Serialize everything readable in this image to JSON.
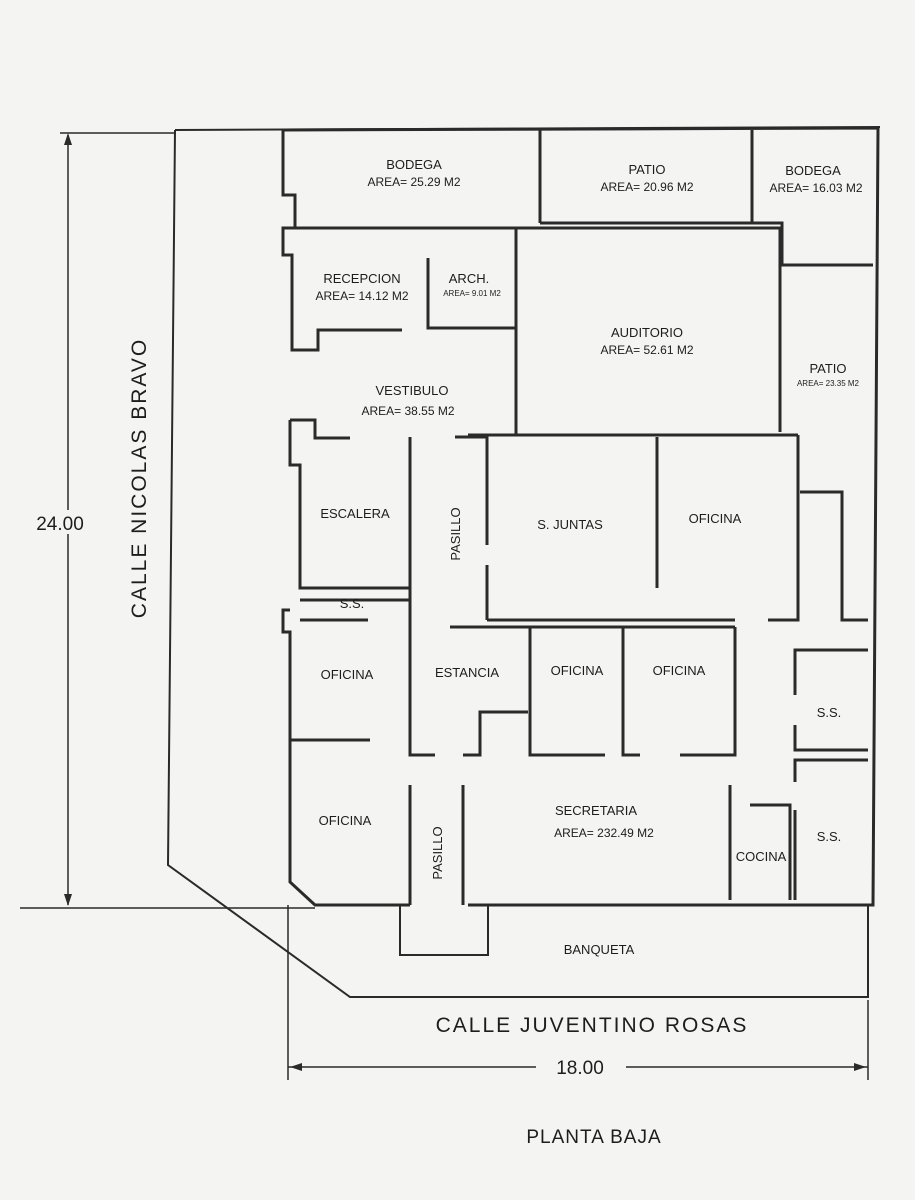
{
  "plan": {
    "title": "PLANTA BAJA",
    "street_left": "CALLE NICOLAS BRAVO",
    "street_bottom": "CALLE JUVENTINO ROSAS",
    "dim_vertical": "24.00",
    "dim_horizontal": "18.00",
    "rooms": {
      "bodega1": {
        "name": "BODEGA",
        "area": "AREA= 25.29 M2"
      },
      "patio1": {
        "name": "PATIO",
        "area": "AREA= 20.96 M2"
      },
      "bodega2": {
        "name": "BODEGA",
        "area": "AREA= 16.03 M2"
      },
      "recepcion": {
        "name": "RECEPCION",
        "area": "AREA= 14.12 M2"
      },
      "arch": {
        "name": "ARCH.",
        "area": "AREA= 9.01 M2"
      },
      "auditorio": {
        "name": "AUDITORIO",
        "area": "AREA= 52.61 M2"
      },
      "patio2": {
        "name": "PATIO",
        "area": "AREA= 23.35 M2"
      },
      "vestibulo": {
        "name": "VESTIBULO",
        "area": "AREA= 38.55 M2"
      },
      "escalera": {
        "name": "ESCALERA"
      },
      "pasillo1": {
        "name": "PASILLO"
      },
      "sjuntas": {
        "name": "S. JUNTAS"
      },
      "oficina_top": {
        "name": "OFICINA"
      },
      "ss1": {
        "name": "S.S."
      },
      "oficina_left": {
        "name": "OFICINA"
      },
      "estancia": {
        "name": "ESTANCIA"
      },
      "oficina_mid1": {
        "name": "OFICINA"
      },
      "oficina_mid2": {
        "name": "OFICINA"
      },
      "ss2": {
        "name": "S.S."
      },
      "oficina_bottom": {
        "name": "OFICINA"
      },
      "pasillo2": {
        "name": "PASILLO"
      },
      "secretaria": {
        "name": "SECRETARIA",
        "area": "AREA= 232.49 M2"
      },
      "cocina": {
        "name": "COCINA"
      },
      "ss3": {
        "name": "S.S."
      },
      "banqueta": {
        "name": "BANQUETA"
      }
    }
  }
}
